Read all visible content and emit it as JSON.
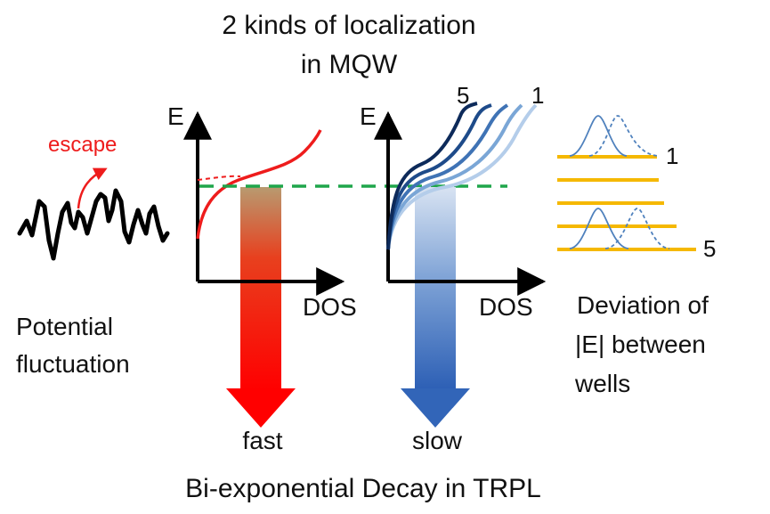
{
  "title": {
    "line1": "2 kinds of localization",
    "line2": "in MQW"
  },
  "left_panel": {
    "escape_label": "escape",
    "potential_label_line1": "Potential",
    "potential_label_line2": "fluctuation",
    "y_axis_label": "E",
    "x_axis_label": "DOS",
    "arrow_label": "fast"
  },
  "right_panel": {
    "y_axis_label": "E",
    "x_axis_label": "DOS",
    "curve_label_first": "5",
    "curve_label_last": "1",
    "arrow_label": "slow"
  },
  "wells": {
    "label_top": "1",
    "label_bottom": "5",
    "caption_line1": "Deviation of",
    "caption_line2": "|E| between",
    "caption_line3": "wells"
  },
  "footer": "Bi-exponential Decay in TRPL",
  "colors": {
    "red": "#ee1c1c",
    "green_dashed": "#1fa64b",
    "well_yellow": "#f5b800",
    "gaussian_blue": "#4f81bd",
    "blue_arrow": "#3265b8",
    "curve_shades": [
      "#0d2a5a",
      "#1e4b8a",
      "#3f73b5",
      "#7aa6d6",
      "#b4cdea"
    ]
  }
}
